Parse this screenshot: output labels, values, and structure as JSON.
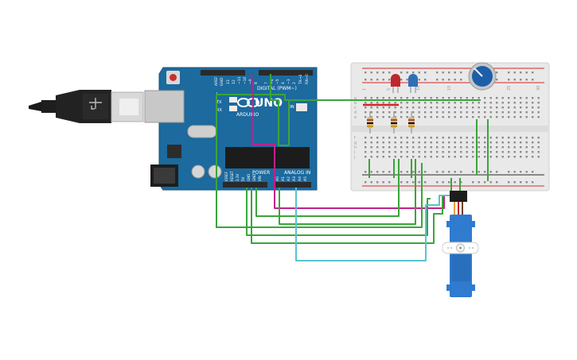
{
  "board": {
    "label_uno": "UNO",
    "label_arduino": "ARDUINO",
    "label_digital": "DIGITAL (PWM~)",
    "label_power": "POWER",
    "label_analog": "ANALOG IN",
    "label_on": "ON",
    "label_l": "L",
    "label_tx": "TX",
    "label_rx": "RX",
    "label_aref": "AREF",
    "label_gnd": "GND",
    "analog_pins": [
      "A0",
      "A1",
      "A2",
      "A3",
      "A4",
      "A5"
    ],
    "power_pins": [
      "IOREF",
      "RESET",
      "3.3V",
      "5V",
      "GND",
      "GND",
      "VIN"
    ],
    "digital_pins_left": [
      "13",
      "12",
      "~11",
      "~10",
      "~9",
      "8"
    ],
    "digital_pins_right": [
      "7",
      "~6",
      "~5",
      "4",
      "~3",
      "2",
      "TX→1",
      "RX←0"
    ]
  },
  "breadboard": {
    "col_numbers": [
      "1",
      "5",
      "10",
      "15",
      "20",
      "25",
      "30"
    ],
    "row_letters": [
      "a",
      "b",
      "c",
      "d",
      "e",
      "f",
      "g",
      "h",
      "i",
      "j"
    ]
  },
  "colors": {
    "board": "#1c6a9e",
    "breadboard": "#e9e9e9",
    "wire_green": "#3aa53a",
    "wire_magenta": "#c21f8c",
    "wire_cyan": "#59c3d0",
    "rail_red": "#d62828",
    "servo": "#2f7bd0",
    "led_red": "#c0262b",
    "led_blue": "#2e6fb6",
    "pot": "#1c5fa8"
  },
  "icons": [
    "usb-cable-icon",
    "arduino-logo-icon",
    "servo-icon",
    "potentiometer-icon",
    "led-icon",
    "resistor-icon"
  ]
}
